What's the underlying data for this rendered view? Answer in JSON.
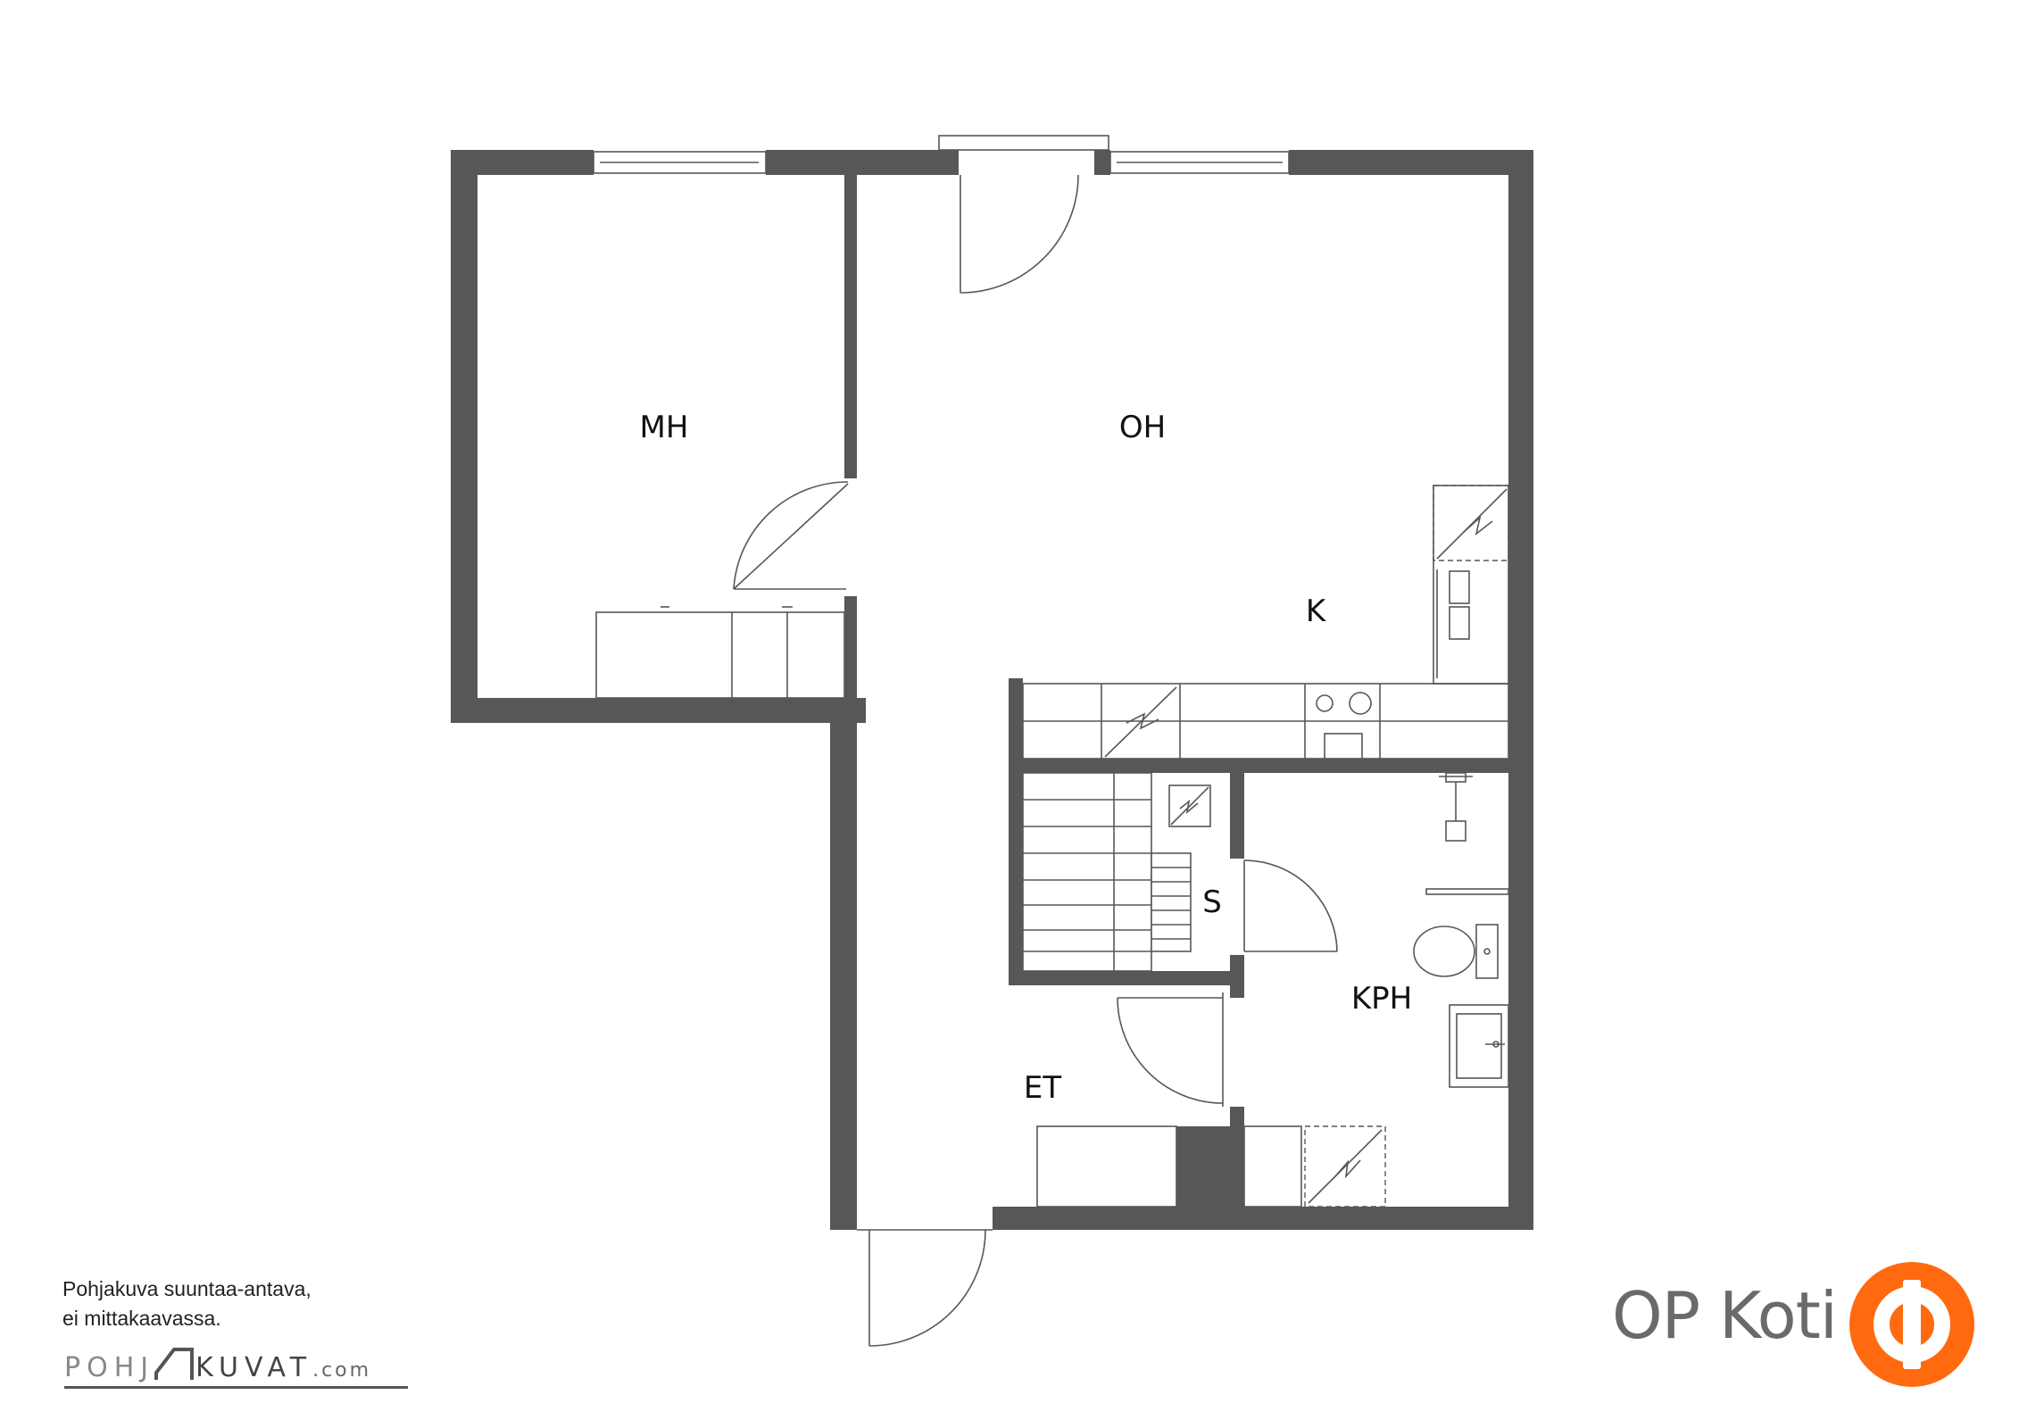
{
  "rooms": {
    "mh": "MH",
    "oh": "OH",
    "k": "K",
    "s": "S",
    "kph": "KPH",
    "et": "ET"
  },
  "note": {
    "line1": "Pohjakuva suuntaa-antava,",
    "line2": "ei mittakaavassa."
  },
  "watermark": {
    "part1": "POHJ",
    "part2": "KUVAT",
    "domain": ".com"
  },
  "brand": {
    "name": "OP Koti",
    "logo_color": "#ff6a10"
  }
}
